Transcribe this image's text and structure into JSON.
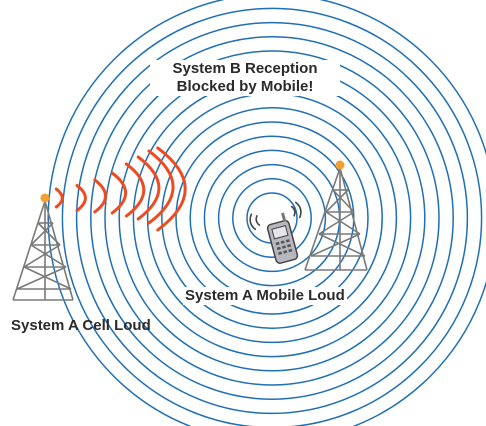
{
  "labels": {
    "reception_line1": "System B Reception",
    "reception_line2": "Blocked by Mobile!",
    "mobile": "System A Mobile Loud",
    "cell": "System A Cell Loud"
  },
  "colors": {
    "rings": "#1f6fb5",
    "signal_arcs": "#ef4b22",
    "tower_light": "#f5a033",
    "tower_structure": "#7a7a7a",
    "phone_body": "#b7b7bf",
    "phone_outline": "#444444",
    "text": "#2b2b2b"
  },
  "icons": {
    "left_tower": "cell-tower-icon",
    "right_tower": "cell-tower-icon",
    "phone": "mobile-phone-icon"
  }
}
